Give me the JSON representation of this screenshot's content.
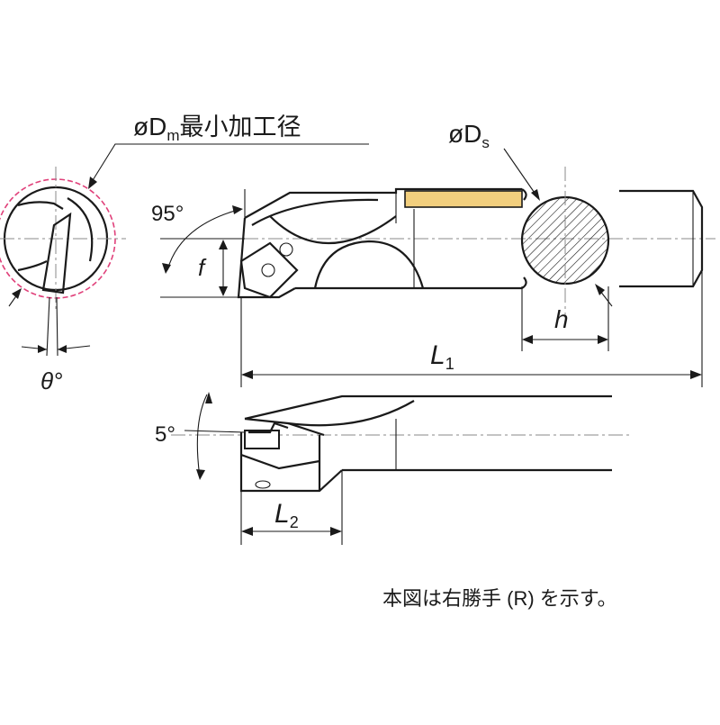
{
  "labels": {
    "dm_prefix": "øD",
    "dm_sub": "m",
    "dm_text": "最小加工径",
    "ds_prefix": "øD",
    "ds_sub": "s",
    "angle_95": "95°",
    "f": "f",
    "h": "h",
    "l1_main": "L",
    "l1_sub": "1",
    "theta": "θ°",
    "angle_5": "5°",
    "l2_main": "L",
    "l2_sub": "2",
    "note": "本図は右勝手 (R) を示す。"
  },
  "colors": {
    "line": "#1a1a1a",
    "min_bore_circle": "#e0407a",
    "coolant_channel": "#f2cf7e",
    "center_line": "#888888"
  }
}
